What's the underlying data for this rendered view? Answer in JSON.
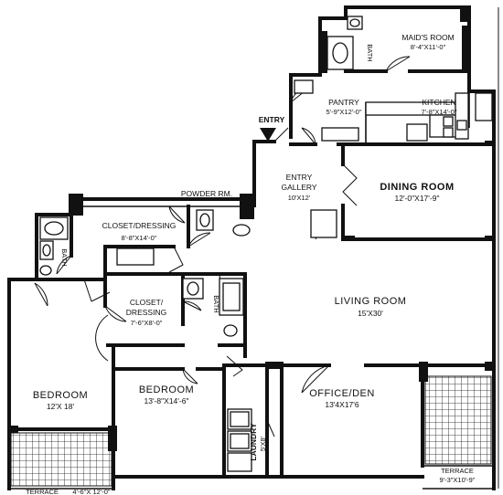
{
  "entry_label": "ENTRY",
  "rooms": {
    "maids_room": {
      "name": "MAID'S ROOM",
      "dims": "8'-4\"X11'-0\""
    },
    "maid_bath": {
      "name": "BATH"
    },
    "pantry": {
      "name": "PANTRY",
      "dims": "5'-9\"X12'-0\""
    },
    "kitchen": {
      "name": "KITCHEN",
      "dims": "7'-8\"X14'-0\""
    },
    "entry_gallery": {
      "name": "ENTRY",
      "name2": "GALLERY",
      "dims": "10'X12'"
    },
    "dining_room": {
      "name": "DINING ROOM",
      "dims": "12'-0\"X17'-9\""
    },
    "powder_room": {
      "name": "POWDER RM."
    },
    "closet_dressing_1": {
      "name": "CLOSET/DRESSING",
      "dims": "8'-8\"X14'-0\""
    },
    "bath_1": {
      "name": "BATH"
    },
    "closet_dressing_2": {
      "name": "CLOSET/",
      "name2": "DRESSING",
      "dims": "7'-6\"X8'-0\""
    },
    "bath_2": {
      "name": "BATH"
    },
    "living_room": {
      "name": "LIVING ROOM",
      "dims": "15'X30'"
    },
    "bedroom_1": {
      "name": "BEDROOM",
      "dims": "12'X 18'"
    },
    "bedroom_2": {
      "name": "BEDROOM",
      "dims": "13'-8\"X14'-6\""
    },
    "office_den": {
      "name": "OFFICE/DEN",
      "dims": "13'4X17'6"
    },
    "laundry": {
      "name": "LAUNDRY",
      "dims": "5'X8'"
    },
    "terrace_1": {
      "name": "TERRACE",
      "dims": "4'-6\"X 12'-0\""
    },
    "terrace_2": {
      "name": "TERRACE",
      "dims": "9'-3\"X10'-9\""
    }
  }
}
